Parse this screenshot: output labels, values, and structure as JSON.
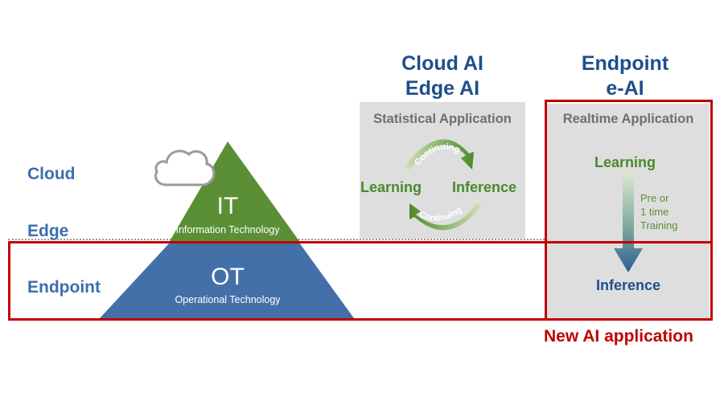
{
  "levels": {
    "cloud": "Cloud",
    "edge": "Edge",
    "endpoint": "Endpoint"
  },
  "pyramid": {
    "top_big": "IT",
    "top_small": "Information Technology",
    "bottom_big": "OT",
    "bottom_small": "Operational Technology",
    "icon": "cloud-icon"
  },
  "cloud_edge_ai": {
    "title_line1": "Cloud AI",
    "title_line2": "Edge AI",
    "panel_title": "Statistical Application",
    "learning": "Learning",
    "inference": "Inference",
    "arrow_top": "Continuing",
    "arrow_bottom": "Continuing"
  },
  "endpoint_ai": {
    "title_line1": "Endpoint",
    "title_line2": "e-AI",
    "panel_title": "Realtime Application",
    "learning": "Learning",
    "training_note_line1": "Pre or",
    "training_note_line2": "1 time",
    "training_note_line3": "Training",
    "inference": "Inference",
    "footer": "New AI application"
  },
  "colors": {
    "blue_text": "#3b6fae",
    "header_blue": "#1f4e8c",
    "it_green": "#5a8f35",
    "ot_blue": "#4470a9",
    "panel_gray": "#dedede",
    "red": "#c00000"
  }
}
